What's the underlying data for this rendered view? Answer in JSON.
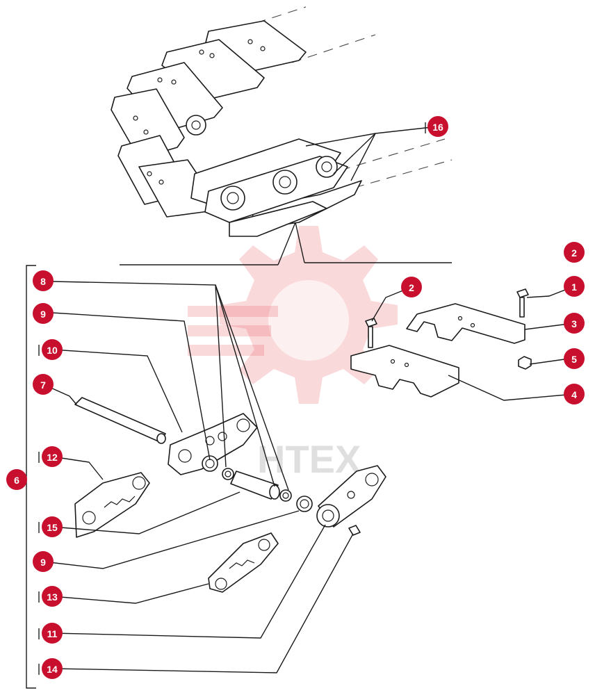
{
  "watermark": {
    "text": "HTEX",
    "color": "#e8505b"
  },
  "callout_color": "#c8102e",
  "callouts": [
    {
      "id": "c16",
      "label": "16"
    },
    {
      "id": "c2top",
      "label": "2"
    },
    {
      "id": "c8",
      "label": "8"
    },
    {
      "id": "c2",
      "label": "2"
    },
    {
      "id": "c1",
      "label": "1"
    },
    {
      "id": "c9a",
      "label": "9"
    },
    {
      "id": "c3",
      "label": "3"
    },
    {
      "id": "c10",
      "label": "10"
    },
    {
      "id": "c5",
      "label": "5"
    },
    {
      "id": "c4",
      "label": "4"
    },
    {
      "id": "c7",
      "label": "7"
    },
    {
      "id": "c12",
      "label": "12"
    },
    {
      "id": "c6",
      "label": "6"
    },
    {
      "id": "c15",
      "label": "15"
    },
    {
      "id": "c9b",
      "label": "9"
    },
    {
      "id": "c13",
      "label": "13"
    },
    {
      "id": "c11",
      "label": "11"
    },
    {
      "id": "c14",
      "label": "14"
    }
  ]
}
